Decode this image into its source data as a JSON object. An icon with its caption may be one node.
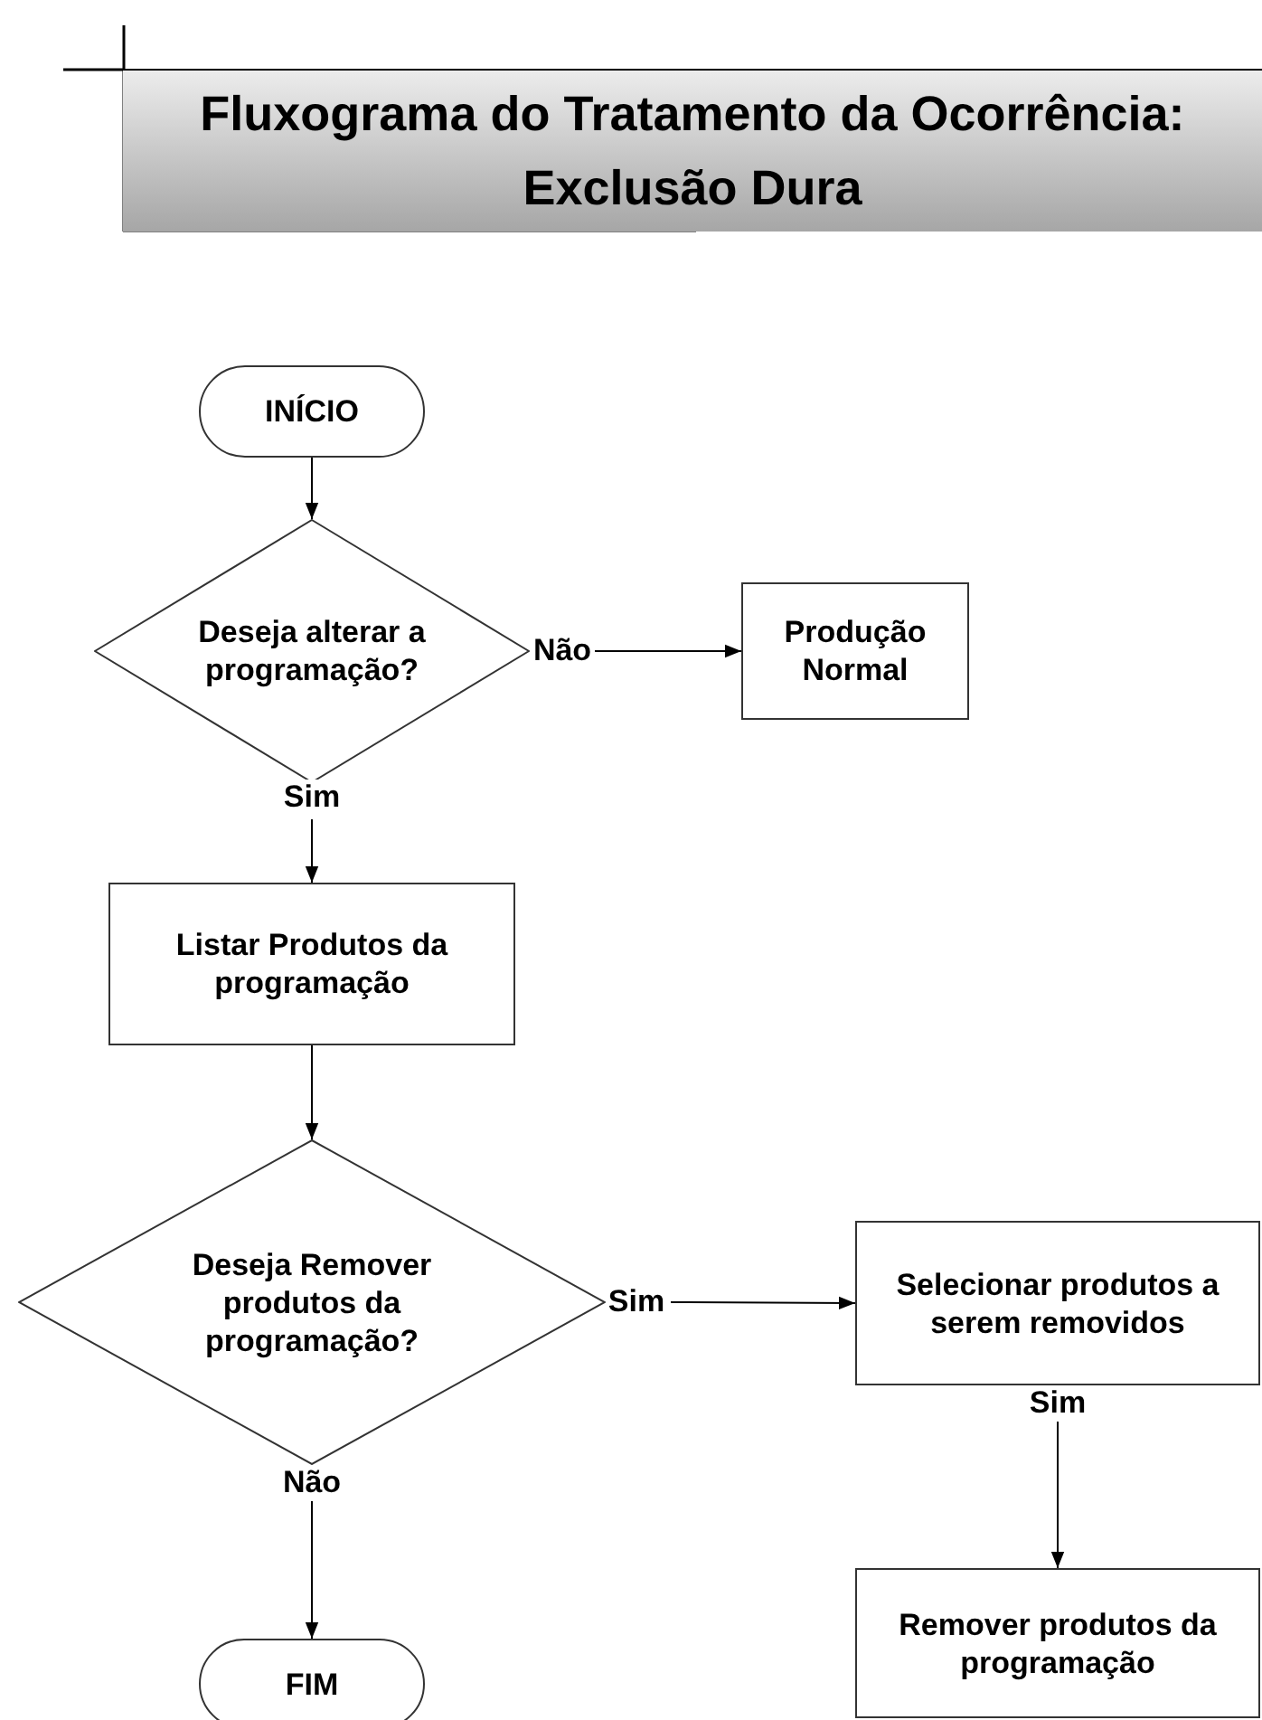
{
  "diagram": {
    "title": "Fluxograma do Tratamento da Ocorrência: Exclusão Dura",
    "nodes": [
      {
        "text": [
          "INÍCIO"
        ]
      },
      {
        "text": [
          "Deseja alterar a programação?"
        ]
      },
      {
        "text": [
          "Produção Normal"
        ]
      },
      {
        "text": [
          "Listar Produtos da programação"
        ]
      },
      {
        "text": [
          "Deseja Remover produtos da programação?"
        ]
      },
      {
        "text": [
          "Selecionar produtos a serem removidos"
        ]
      },
      {
        "text": [
          "Remover produtos da programação"
        ]
      },
      {
        "text": [
          "FIM"
        ]
      }
    ],
    "edges": [
      {
        "from": 0,
        "to": 1,
        "arrow": "to"
      },
      {
        "from": 1,
        "to": 2,
        "arrow": "to",
        "label": "Não"
      },
      {
        "from": 1,
        "to": 3,
        "arrow": "to",
        "label": "Sim"
      },
      {
        "from": 3,
        "to": 4,
        "arrow": "to"
      },
      {
        "from": 4,
        "to": 5,
        "arrow": "to",
        "label": "Sim"
      },
      {
        "from": 5,
        "to": 6,
        "arrow": "to",
        "label": "Sim"
      },
      {
        "from": 4,
        "to": 7,
        "arrow": "to",
        "label": "Não"
      }
    ]
  }
}
